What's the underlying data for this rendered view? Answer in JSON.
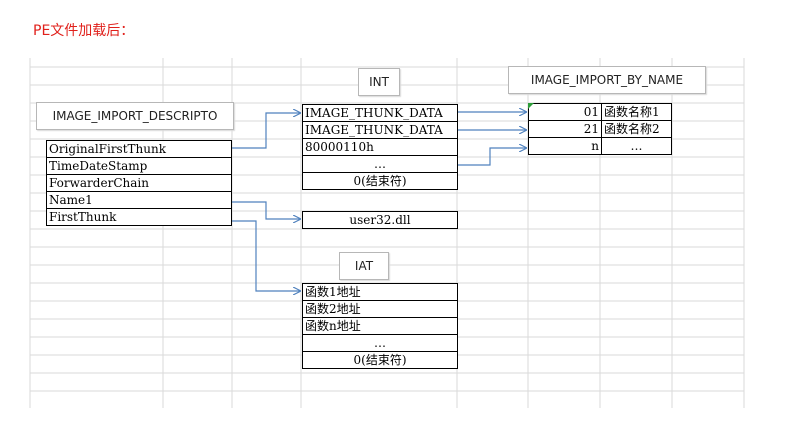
{
  "title": "PE文件加载后：",
  "labels": {
    "descriptor": "IMAGE_IMPORT_DESCRIPTO",
    "int": "INT",
    "import_by_name": "IMAGE_IMPORT_BY_NAME",
    "iat": "IAT"
  },
  "descriptor_fields": [
    "OriginalFirstThunk",
    "TimeDateStamp",
    "ForwarderChain",
    "Name1",
    "FirstThunk"
  ],
  "int_rows": [
    "IMAGE_THUNK_DATA",
    "IMAGE_THUNK_DATA",
    "80000110h",
    "…",
    "0(结束符)"
  ],
  "dll_name": "user32.dll",
  "by_name_rows": [
    {
      "hint": "01",
      "name": "函数名称1"
    },
    {
      "hint": "21",
      "name": "函数名称2"
    },
    {
      "hint": "n",
      "name": "…"
    }
  ],
  "iat_rows": [
    "函数1地址",
    "函数2地址",
    "函数n地址",
    "…",
    "0(结束符)"
  ],
  "colors": {
    "title": "#e0201b",
    "arrow": "#4f81bd",
    "grid": "#dadada"
  }
}
